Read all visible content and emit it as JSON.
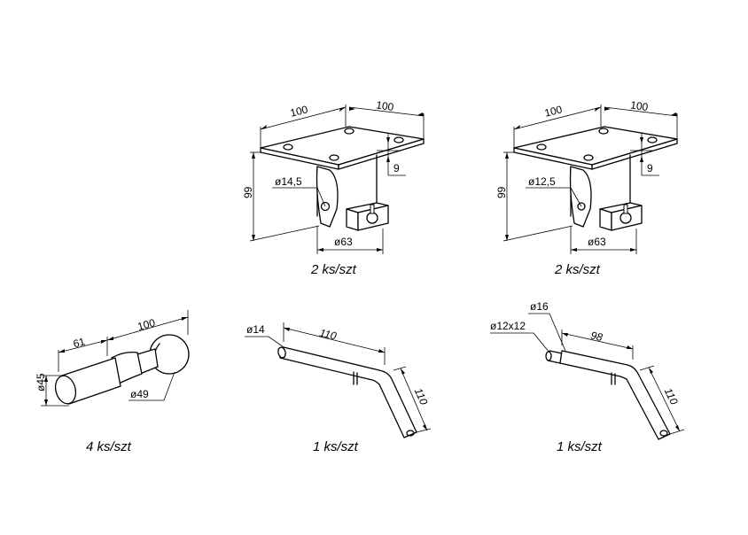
{
  "parts": {
    "bracket_a": {
      "width": "100",
      "depth": "100",
      "height": "99",
      "hole": "ø14,5",
      "offset": "9",
      "base": "ø63",
      "qty": "2 ks/szt"
    },
    "bracket_b": {
      "width": "100",
      "depth": "100",
      "height": "99",
      "hole": "ø12,5",
      "offset": "9",
      "base": "ø63",
      "qty": "2 ks/szt"
    },
    "handle": {
      "grip_length": "61",
      "total_length": "100",
      "diameter": "ø45",
      "ball": "ø49",
      "qty": "4 ks/szt"
    },
    "rod_a": {
      "diameter": "ø14",
      "length": "110",
      "bend": "110",
      "qty": "1 ks/szt"
    },
    "rod_b": {
      "diameter": "ø16",
      "end": "ø12x12",
      "length": "98",
      "bend": "110",
      "qty": "1 ks/szt"
    }
  }
}
